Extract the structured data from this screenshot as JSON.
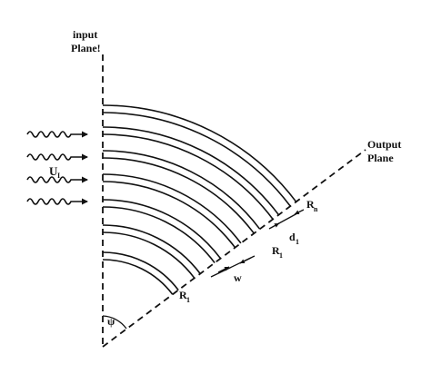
{
  "labels": {
    "input_line1": "input",
    "input_line2": "Plane!",
    "output_line1": "Output",
    "output_line2": "Plane",
    "wave": "U",
    "wave_sub": "I",
    "r_outer": "R",
    "r_outer_sub": "n",
    "d_label": "d",
    "d_sub": "1",
    "r_mid": "R",
    "r_mid_sub": "1",
    "w_label": "w",
    "r_inner": "R",
    "r_inner_sub": "1",
    "angle": "ψ"
  },
  "colors": {
    "ink": "#111111",
    "background": "#ffffff"
  },
  "waveguides": {
    "count": 7
  },
  "incident_waves": {
    "count": 4
  }
}
